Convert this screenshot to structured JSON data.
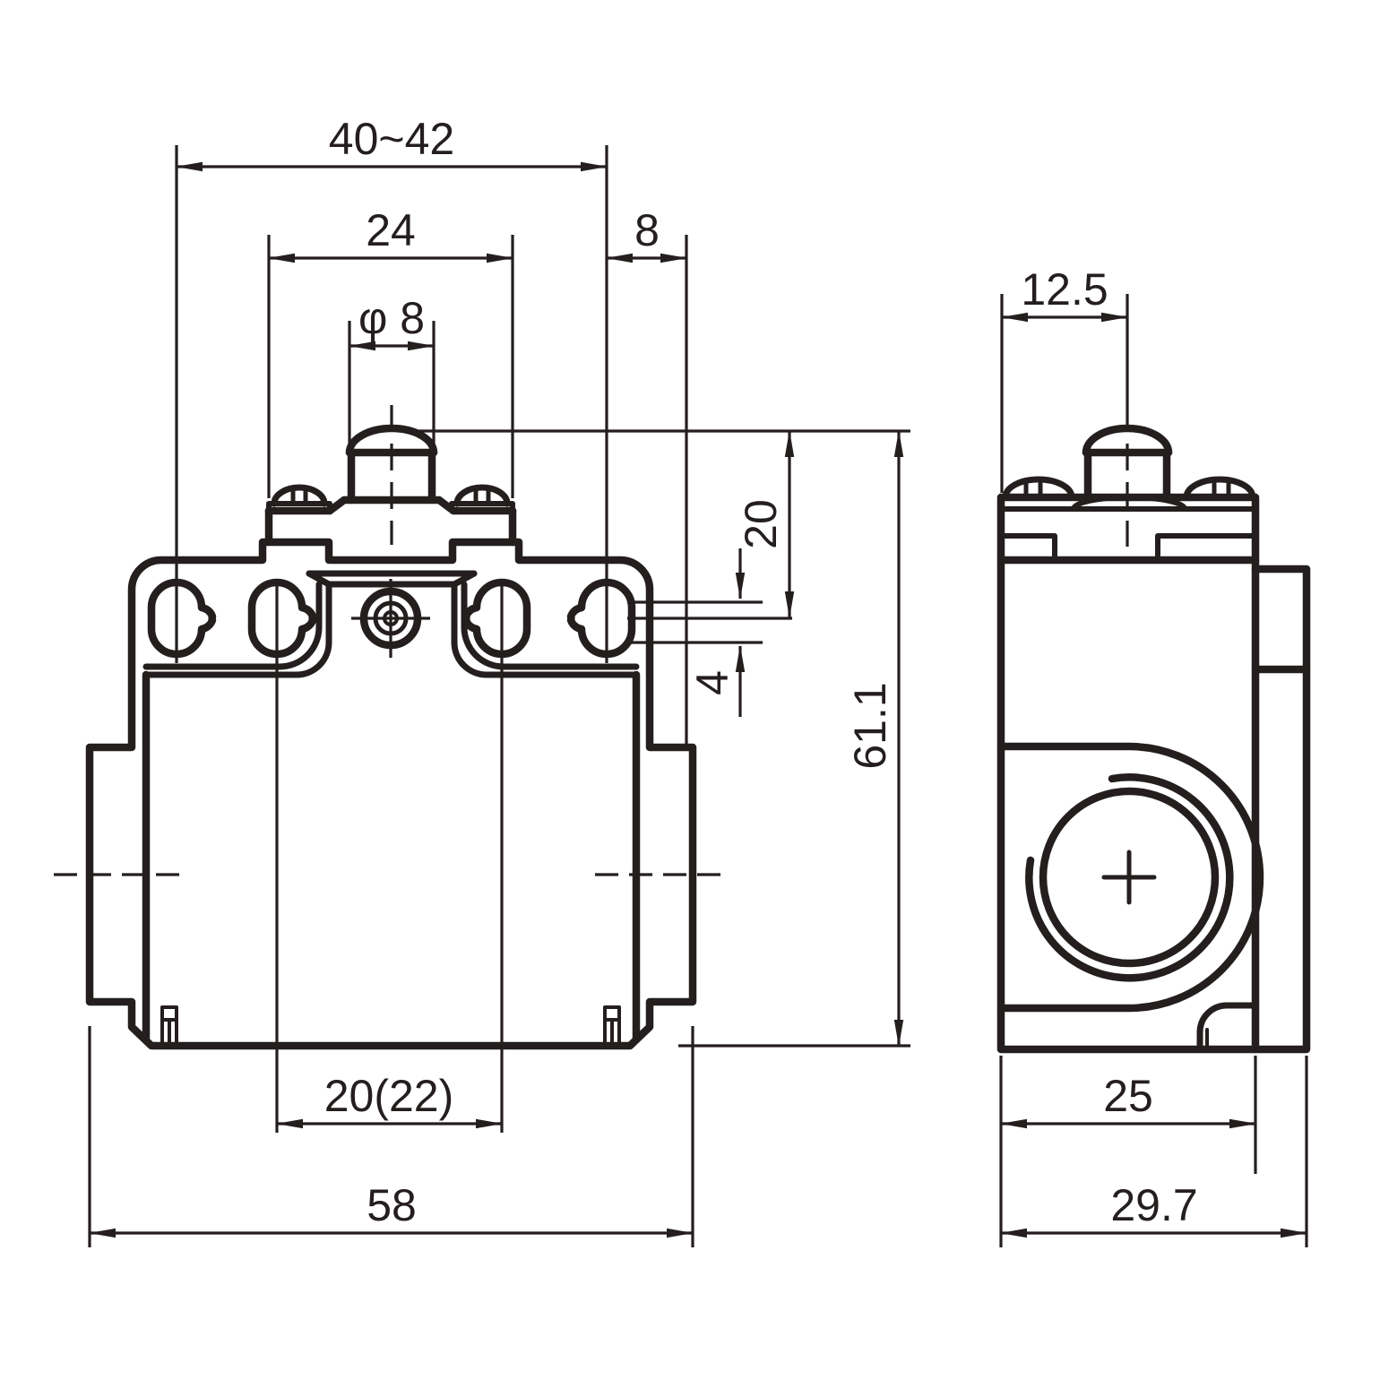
{
  "drawing": {
    "type": "technical-dimension-drawing",
    "ink_color": "#241f1e",
    "background_color": "#ffffff",
    "dimensions": {
      "mounting_span": "40~42",
      "head_width": "24",
      "edge_offset": "8",
      "plunger_diameter": "φ 8",
      "plunger_to_hole": "20",
      "slot_height": "4",
      "overall_height": "61.1",
      "hole_spacing": "20(22)",
      "overall_width": "58",
      "plunger_offset": "12.5",
      "body_depth": "25",
      "overall_depth": "29.7"
    }
  }
}
